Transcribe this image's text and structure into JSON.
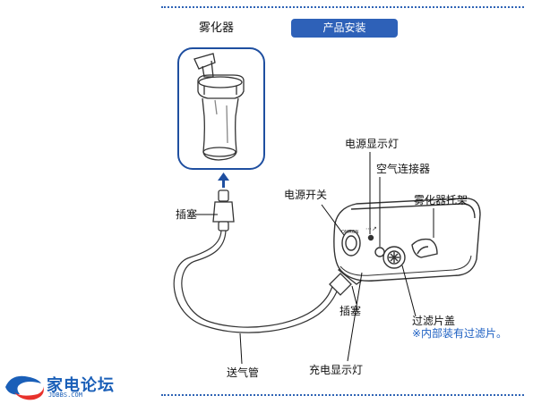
{
  "header": {
    "title": "雾化器",
    "badge": "产品安装"
  },
  "labels": {
    "plug_top": "插塞",
    "tube": "送气管",
    "power_switch": "电源开关",
    "power_light": "电源显示灯",
    "air_connector": "空气连接器",
    "holder": "雾化器托架",
    "plug_bottom": "插塞",
    "filter_cover": "过滤片盖",
    "filter_note": "※内部装有过滤片。",
    "charge_light": "充电显示灯"
  },
  "device": {
    "brand": "OMRON"
  },
  "watermark": {
    "name": "家电论坛",
    "url": "JDBBS.COM"
  },
  "colors": {
    "accent": "#2e61b8",
    "note": "#1c5fc2",
    "line": "#1a1a1a"
  }
}
